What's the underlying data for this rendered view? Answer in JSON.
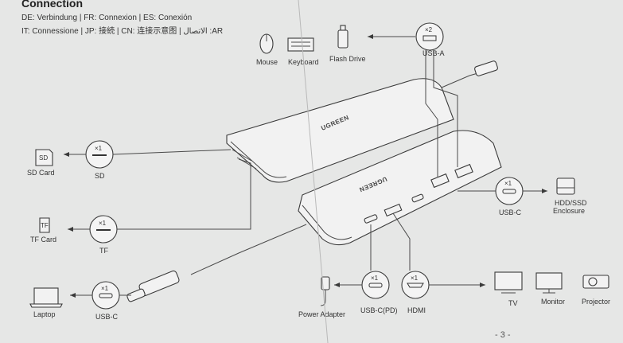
{
  "header": {
    "title": "Connection",
    "lang_line_1": "DE: Verbindung | FR: Connexion | ES: Conexión",
    "lang_line_2": "IT: Connessione | JP: 接続 | CN: 连接示意图 | الاتصال :AR"
  },
  "brand": "UGREEN",
  "ports": {
    "sd": {
      "label": "SD",
      "count": "×1",
      "device": "SD Card",
      "device_icon_text": "SD"
    },
    "tf": {
      "label": "TF",
      "count": "×1",
      "device": "TF Card",
      "device_icon_text": "TF"
    },
    "usbc_up": {
      "label": "USB-C",
      "count": "×1",
      "device": "Laptop"
    },
    "usba": {
      "label": "USB-A",
      "count": "×2",
      "devices": [
        "Mouse",
        "Keyboard",
        "Flash Drive"
      ]
    },
    "usbc_data": {
      "label": "USB-C",
      "count": "×1",
      "device": "HDD/SSD Enclosure",
      "device_line_1": "HDD/SSD",
      "device_line_2": "Enclosure"
    },
    "usbc_pd": {
      "label": "USB-C(PD)",
      "count": "×1",
      "device": "Power Adapter"
    },
    "hdmi": {
      "label": "HDMI",
      "count": "×1",
      "devices": [
        "TV",
        "Monitor",
        "Projector"
      ]
    }
  },
  "page_number": "- 3 -",
  "colors": {
    "paper": "#e6e7e6",
    "ink": "#3a3a3a"
  }
}
